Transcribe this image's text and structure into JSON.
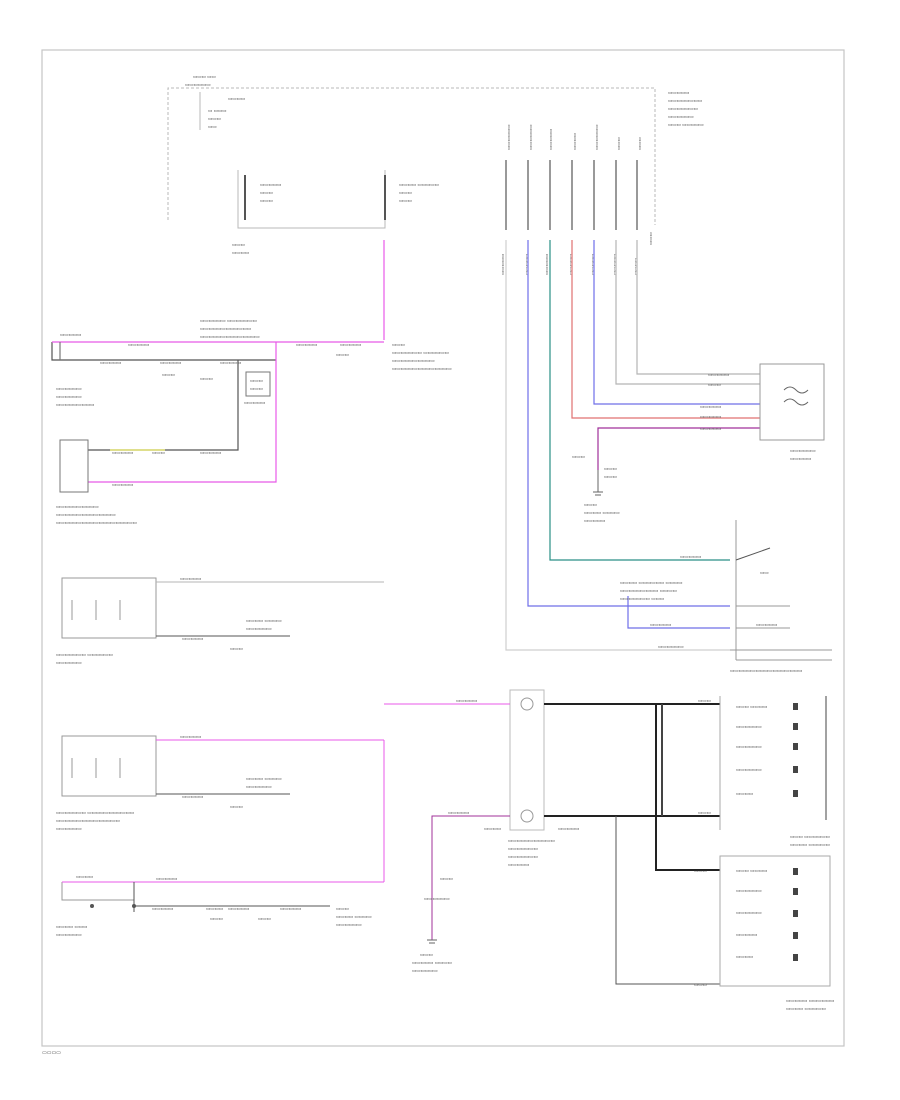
{
  "diagram": {
    "kind": "wiring-diagram",
    "footer_code": "",
    "colors": {
      "frame": "#bdbdbd",
      "wire_black": "#222222",
      "wire_gray": "#b5b5b5",
      "wire_pink": "#e85ae8",
      "wire_blue": "#6f6fe8",
      "wire_teal": "#2a8f86",
      "wire_red": "#e07070",
      "wire_purple": "#a0309a",
      "text": "#555555"
    },
    "components": [
      {
        "id": "hot-at-all-times",
        "label": "HOT AT ALL TIMES"
      },
      {
        "id": "fuse",
        "label": "FUSE"
      },
      {
        "id": "relay-left",
        "label": "RELAY"
      },
      {
        "id": "relay-right",
        "label": "RELAY"
      },
      {
        "id": "power-dist-box",
        "label": "POWER DISTRIBUTION BOX"
      },
      {
        "id": "module-left",
        "label": "MODULE"
      },
      {
        "id": "lin-network",
        "label": "LIN NETWORK CONNECTION"
      },
      {
        "id": "heater-module",
        "label": "HEATER MODULE"
      },
      {
        "id": "heater-switch",
        "label": "HEATER SWITCH"
      },
      {
        "id": "control-switch",
        "label": "CONTROL SWITCH"
      },
      {
        "id": "climate-control-switch",
        "label": "CLIMATE CONTROL SWITCH"
      },
      {
        "id": "rear-seat-switch",
        "label": "REAR SEAT SWITCH"
      },
      {
        "id": "right-rear-seat",
        "label": "RIGHT REAR SEAT MODULE"
      },
      {
        "id": "left-seat-module",
        "label": "LEFT SEAT MODULE"
      },
      {
        "id": "right-seat-module",
        "label": "RIGHT SEAT MODULE"
      },
      {
        "id": "connector-block",
        "label": "CONNECTOR BLOCK"
      },
      {
        "id": "ground-1",
        "label": "G201"
      },
      {
        "id": "ground-2",
        "label": "G202"
      },
      {
        "id": "ground-3",
        "label": "G203"
      },
      {
        "id": "ground-4",
        "label": "G301"
      }
    ],
    "wire_labels": [
      "BK/WH",
      "PK/BK",
      "VT/BK",
      "GN/YE",
      "BU/WH",
      "GY/OG",
      "BK/GY",
      "WH/VT",
      "YE/BK",
      "BK"
    ]
  }
}
